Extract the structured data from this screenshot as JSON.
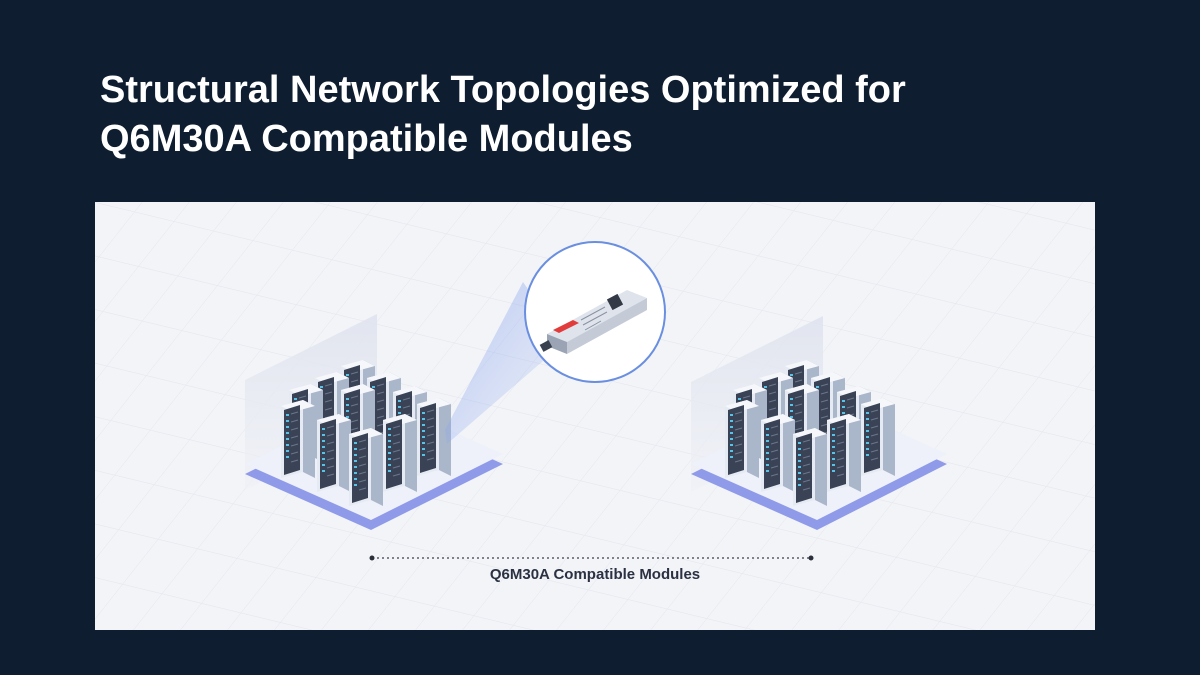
{
  "title": {
    "line1": "Structural Network Topologies Optimized for",
    "line2": "Q6M30A Compatible Modules"
  },
  "caption": "Q6M30A Compatible Modules",
  "colors": {
    "page_background": "#0e1d2f",
    "panel_background": "#f3f4f8",
    "title_text": "#ffffff",
    "platform_blue": "#8f9be8",
    "server_body": "#cfd8e6",
    "server_front": "#3d4658",
    "server_led": "#55c2e6",
    "module_accent": "#e23b3b"
  },
  "icons": [
    "server-rack-icon",
    "sfp-module-icon",
    "magnifier-callout-icon"
  ]
}
